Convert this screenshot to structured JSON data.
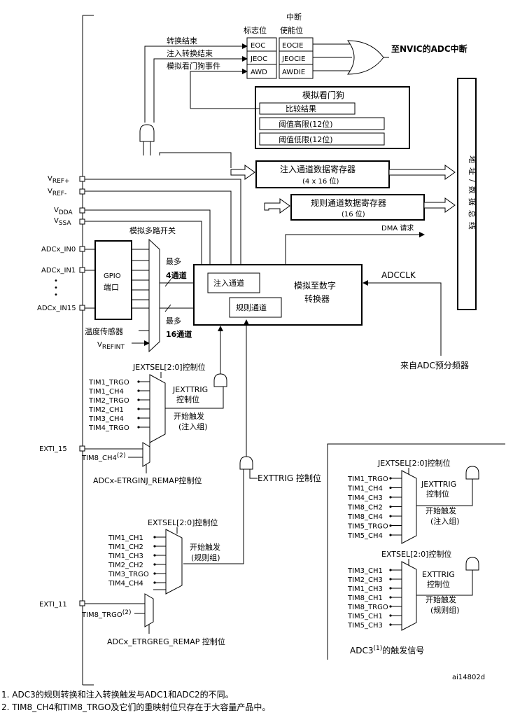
{
  "labels": {
    "status_flag": "标志位",
    "interrupt_enable_1": "中断",
    "interrupt_enable_2": "使能位",
    "conv_end": "转换结束",
    "inj_conv_end": "注入转换结束",
    "awd_event": "模拟看门狗事件",
    "eoc": "EOC",
    "jeoc": "JEOC",
    "awd": "AWD",
    "eocie": "EOCIE",
    "jeocie": "JEOCIE",
    "awdie": "AWDIE",
    "nvic": "至NVIC的ADC中断",
    "awd_title": "模拟看门狗",
    "compare_result": "比较结果",
    "high_thr": "阈值高限(12位)",
    "low_thr": "阈值低限(12位)",
    "inj_reg": "注入通道数据寄存器",
    "inj_reg_sub": "(4 x 16 位)",
    "reg_reg": "规则通道数据寄存器",
    "reg_reg_sub": "(16 位)",
    "dma": "DMA 请求",
    "bus": "地址/数据总线",
    "vref_plus": "V",
    "vref_plus_sub": "REF+",
    "vref_minus": "V",
    "vref_minus_sub": "REF-",
    "vdda": "V",
    "vdda_sub": "DDA",
    "vssa": "V",
    "vssa_sub": "SSA",
    "mux": "模拟多路开关",
    "in0": "ADCx_IN0",
    "in1": "ADCx_IN1",
    "dots": "•\n•\n•",
    "in15": "ADCx_IN15",
    "gpio_1": "GPIO",
    "gpio_2": "端口",
    "temp": "温度传感器",
    "vrefint": "V",
    "vrefint_sub": "REFINT",
    "max_1": "最多",
    "max_4": "4通道",
    "max_2": "最多",
    "max_16": "16通道",
    "inj_ch": "注入通道",
    "reg_ch": "规则通道",
    "adc_1": "模拟至数字",
    "adc_2": "转换器",
    "adcclk": "ADCCLK",
    "prescaler": "来自ADC预分频器",
    "jextsel": "JEXTSEL[2:0]控制位",
    "jexttrig_1": "JEXTTRIG",
    "jexttrig_2": "控制位",
    "inj_trig_1": "开始触发",
    "inj_trig_2": "(注入组)",
    "inj_sources": [
      "TIM1_TRGO",
      "TIM1_CH4",
      "TIM2_TRGO",
      "TIM2_CH1",
      "TIM3_CH4",
      "TIM4_TRGO"
    ],
    "exti15": "EXTI_15",
    "tim8ch4": "TIM8_CH4",
    "tim8ch4_sup": "(2)",
    "inj_remap": "ADCx-ETRGINJ_REMAP控制位",
    "exttrig": "EXTTRIG 控制位",
    "extsel": "EXTSEL[2:0]控制位",
    "reg_sources": [
      "TIM1_CH1",
      "TIM1_CH2",
      "TIM1_CH3",
      "TIM2_CH2",
      "TIM3_TRGO",
      "TIM4_CH4"
    ],
    "reg_trig_1": "开始触发",
    "reg_trig_2": "(规则组)",
    "exti11": "EXTI_11",
    "tim8trgo": "TIM8_TRGO",
    "tim8trgo_sup": "(2)",
    "reg_remap": "ADCx_ETRGREG_REMAP 控制位",
    "adc3_jextsel": "JEXTSEL[2:0]控制位",
    "adc3_inj_sources": [
      "TIM1_TRGO",
      "TIM1_CH4",
      "TIM4_CH3",
      "TIM8_CH2",
      "TIM8_CH4",
      "TIM5_TRGO",
      "TIM5_CH4"
    ],
    "adc3_jexttrig_1": "JEXTTRIG",
    "adc3_jexttrig_2": "控制位",
    "adc3_inj_trig_1": "开始触发",
    "adc3_inj_trig_2": "(注入组)",
    "adc3_extsel": "EXTSEL[2:0]控制位",
    "adc3_reg_sources": [
      "TIM3_CH1",
      "TIM2_CH3",
      "TIM1_CH3",
      "TIM8_CH1",
      "TIM8_TRGO",
      "TIM5_CH1",
      "TIM5_CH3"
    ],
    "adc3_exttrig_1": "EXTTRIG",
    "adc3_exttrig_2": "控制位",
    "adc3_reg_trig_1": "开始触发",
    "adc3_reg_trig_2": "(规则组)",
    "adc3_caption": "ADC3",
    "adc3_caption_sup": "(1)",
    "adc3_caption_tail": "的触发信号",
    "fig_id": "ai14802d"
  },
  "notes": [
    "1.  ADC3的规则转换和注入转换触发与ADC1和ADC2的不同。",
    "2.  TIM8_CH4和TIM8_TRGO及它们的重映射位只存在于大容量产品中。"
  ]
}
